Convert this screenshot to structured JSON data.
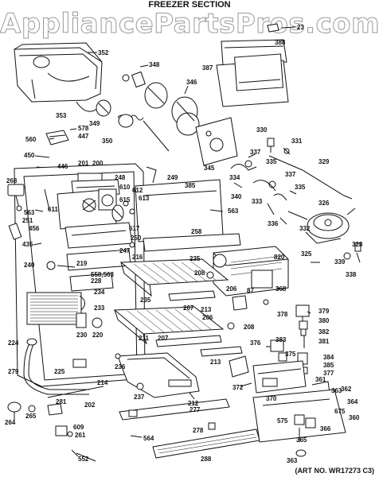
{
  "header": {
    "watermark": "AppliancePartsPros.com",
    "section_title": "FREEZER SECTION",
    "art_number": "(ART NO. WR17273 C3)"
  },
  "labels": {
    "p23": "23",
    "p352": "352",
    "p348": "348",
    "p388": "388",
    "p387": "387",
    "p346": "346",
    "p353": "353",
    "p349": "349",
    "p578": "578",
    "p447": "447",
    "p560": "560",
    "p350": "350",
    "p330": "330",
    "p331": "331",
    "p337a": "337",
    "p337b": "337",
    "p335a": "335",
    "p335b": "335",
    "p345": "345",
    "p334": "334",
    "p329": "329",
    "p450": "450",
    "p446": "446",
    "p201": "201",
    "p200": "200",
    "p248": "248",
    "p249": "249",
    "p268": "268",
    "p610": "610",
    "p385": "385",
    "p340": "340",
    "p333": "333",
    "p612": "612",
    "p613": "613",
    "p615": "615",
    "p611": "611",
    "p563a": "563",
    "p563b": "563",
    "p251": "251",
    "p326": "326",
    "p456": "456",
    "p617": "617",
    "p336": "336",
    "p332": "332",
    "p250": "250",
    "p258": "258",
    "p328": "328",
    "p435": "435",
    "p247": "247",
    "p216": "216",
    "p325": "325",
    "p820": "820",
    "p339": "339",
    "p338": "338",
    "p235a": "235",
    "p240": "240",
    "p219": "219",
    "p208a": "208",
    "p558": "558,563",
    "p228": "228",
    "p206a": "206",
    "p234": "234",
    "p87": "87",
    "p368": "368",
    "p233": "233",
    "p235b": "235",
    "p207a": "207",
    "p213a": "213",
    "p206b": "206",
    "p378": "378",
    "p379": "379",
    "p380": "380",
    "p382": "382",
    "p381": "381",
    "p208b": "208",
    "p230": "230",
    "p220": "220",
    "p376": "376",
    "p383": "383",
    "p375": "375",
    "p384": "384",
    "p385b": "385",
    "p377": "377",
    "p224": "224",
    "p211": "211",
    "p207b": "207",
    "p213b": "213",
    "p236": "236",
    "p372": "372",
    "p279": "279",
    "p225": "225",
    "p214": "214",
    "p237": "237",
    "p361": "361",
    "p362": "362",
    "p363a": "363",
    "p370": "370",
    "p364": "364",
    "p212": "212",
    "p202": "202",
    "p277": "277",
    "p675": "675",
    "p281": "281",
    "p360": "360",
    "p264": "264",
    "p265": "265",
    "p609": "609",
    "p261": "261",
    "p575": "575",
    "p366": "366",
    "p278": "278",
    "p564": "564",
    "p365": "365",
    "p552": "552",
    "p288": "288",
    "p363b": "363"
  }
}
